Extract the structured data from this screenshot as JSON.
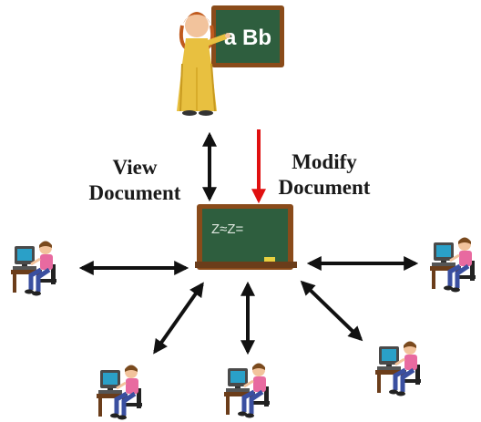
{
  "teacher_board_text": "a Bb",
  "labels": {
    "view_line1": "View",
    "view_line2": "Document",
    "modify_line1": "Modify",
    "modify_line2": "Document"
  },
  "center_board_text": "Z≈Z=",
  "colors": {
    "board_green": "#2e5e3e",
    "board_frame": "#8a4b1a",
    "arrow_black": "#111111",
    "arrow_red": "#e01010",
    "student_shirt": "#e86aa0",
    "student_pants": "#3a4fa0",
    "teacher_dress": "#e8c040"
  },
  "icons": [
    "teacher-icon",
    "chalkboard-icon",
    "student-computer-icon"
  ]
}
